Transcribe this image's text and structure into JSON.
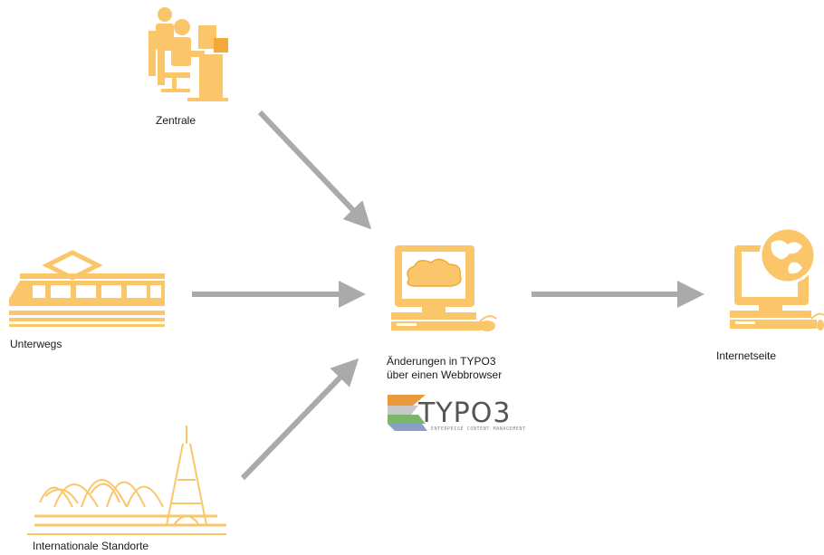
{
  "diagram": {
    "colors": {
      "icon": "#fbc56a",
      "icon_dark": "#f2a93b",
      "arrow": "#aaaaaa",
      "text": "#1a1a1a"
    },
    "nodes": {
      "zentrale": {
        "label": "Zentrale",
        "icon": "office-workers-icon"
      },
      "unterwegs": {
        "label": "Unterwegs",
        "icon": "train-icon"
      },
      "international": {
        "label": "Internationale Standorte",
        "icon": "opera-house-eiffel-tower-icon"
      },
      "typo3_editor": {
        "label_line1": "Änderungen in TYPO3",
        "label_line2": "über einen Webbrowser",
        "icon": "computer-cloud-icon"
      },
      "internetseite": {
        "label": "Internetseite",
        "icon": "computer-globe-icon"
      }
    },
    "logo": {
      "wordmark": "TYPO3",
      "tagline": "ENTERPRISE CONTENT MANAGEMENT"
    },
    "edges": [
      {
        "from": "zentrale",
        "to": "typo3_editor"
      },
      {
        "from": "unterwegs",
        "to": "typo3_editor"
      },
      {
        "from": "international",
        "to": "typo3_editor"
      },
      {
        "from": "typo3_editor",
        "to": "internetseite"
      }
    ]
  }
}
